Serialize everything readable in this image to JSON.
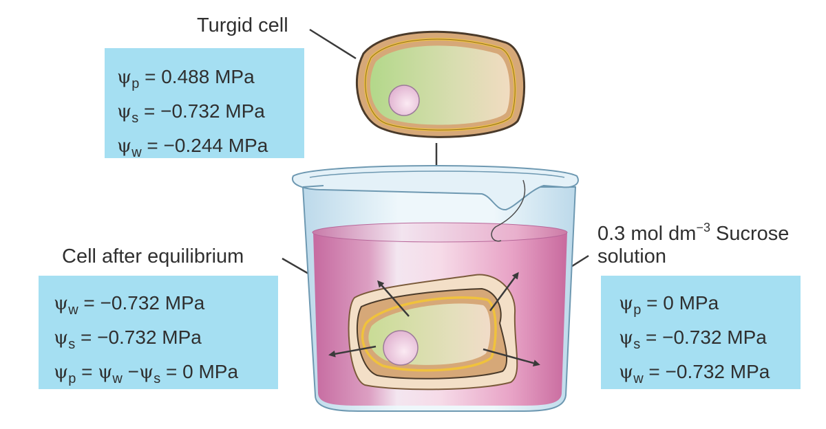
{
  "labels": {
    "turgid_cell": "Turgid cell",
    "after_equilibrium": "Cell after equilibrium",
    "solution_conc": "0.3 mol dm",
    "solution_exp": "−3",
    "solution_name": " Sucrose",
    "solution_line2": "solution"
  },
  "symbols": {
    "psi": "ψ",
    "p": "p",
    "s": "s",
    "w": "w"
  },
  "turgid_box": {
    "psi_p": " = 0.488 MPa",
    "psi_s": " = −0.732 MPa",
    "psi_w": " = −0.244 MPa"
  },
  "equilibrium_box": {
    "psi_w": " = −0.732 MPa",
    "psi_s": " = −0.732 MPa",
    "psi_p_eq": " = ",
    "psi_p_minus": " −",
    "psi_p_result": " = 0 MPa"
  },
  "solution_box": {
    "psi_p": " = 0 MPa",
    "psi_s": " = −0.732 MPa",
    "psi_w": " = −0.732 MPa"
  },
  "colors": {
    "box_fill": "#a5dff2",
    "cell_wall": "#d6a57a",
    "cytoplasm": "#b9d98a",
    "membrane": "#e8b93a",
    "nucleus": "#e9c6dd",
    "solution": "#d27aa8",
    "glass": "#d7ebf5"
  },
  "icons": [
    "arrow-icon",
    "beaker-icon",
    "cell-icon",
    "nucleus-icon"
  ]
}
